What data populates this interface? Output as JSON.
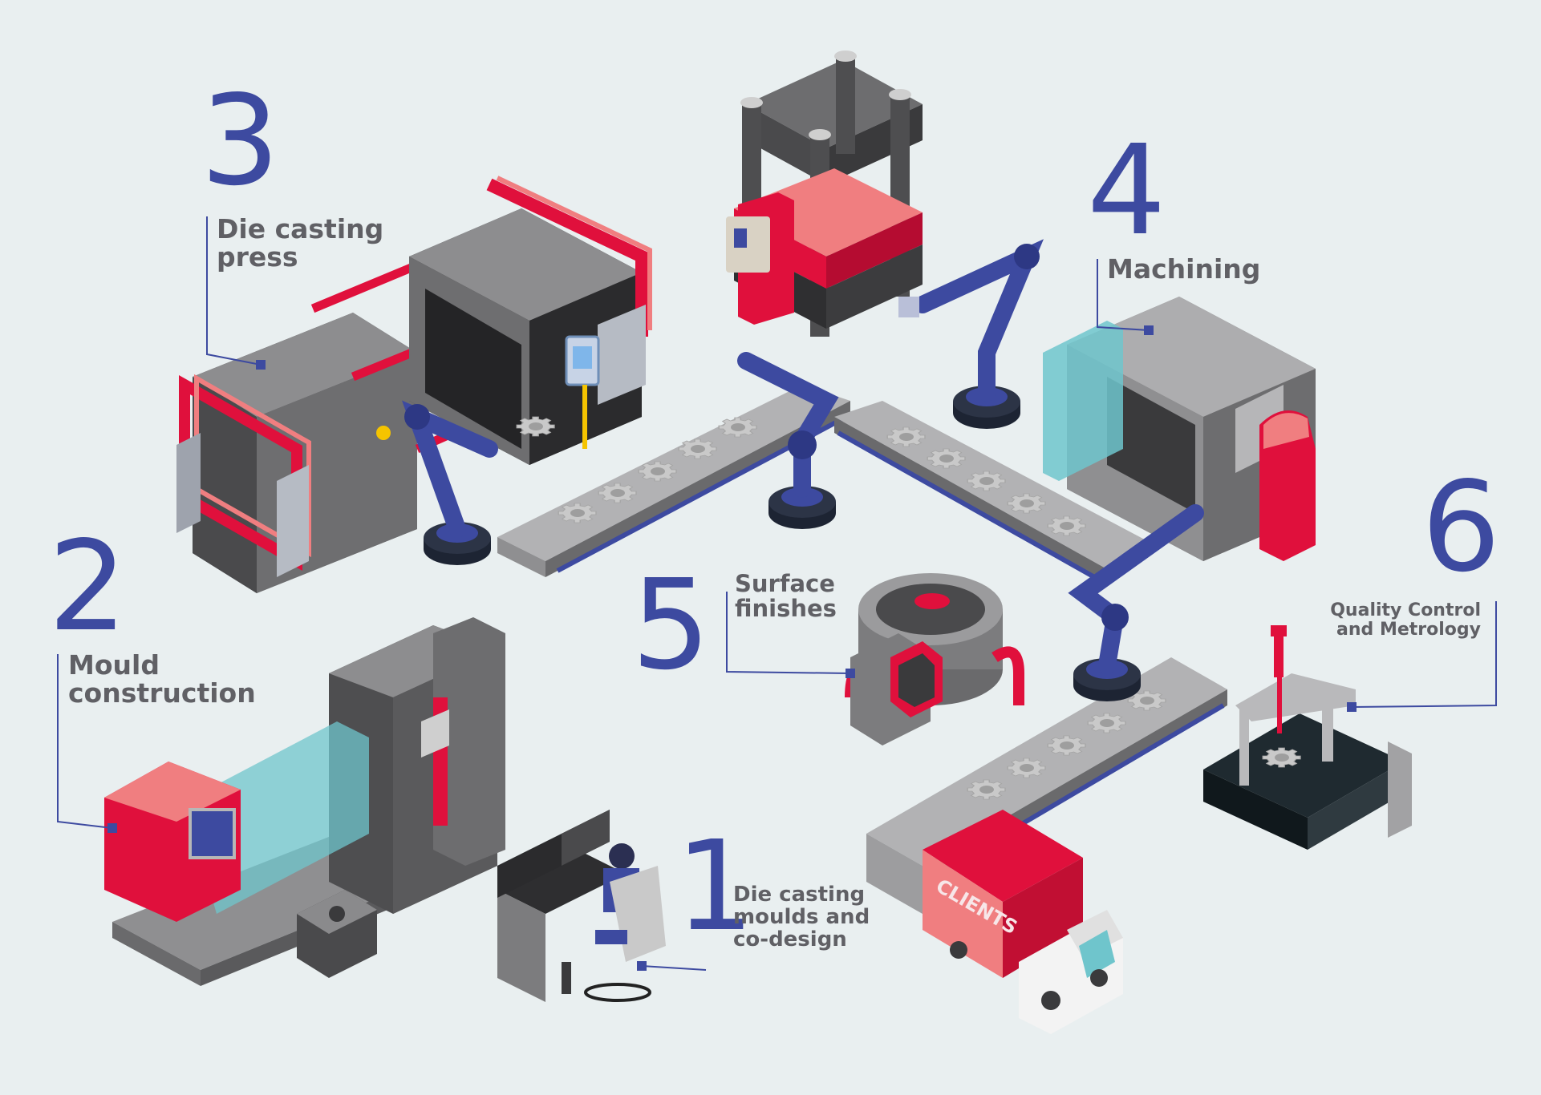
{
  "steps": [
    {
      "number": "1",
      "label_lines": [
        "Die casting",
        "moulds and",
        "co-design"
      ]
    },
    {
      "number": "2",
      "label_lines": [
        "Mould",
        "construction"
      ]
    },
    {
      "number": "3",
      "label_lines": [
        "Die casting",
        "press"
      ]
    },
    {
      "number": "4",
      "label_lines": [
        "Machining"
      ]
    },
    {
      "number": "5",
      "label_lines": [
        "Surface",
        "finishes"
      ]
    },
    {
      "number": "6",
      "label_lines": [
        "Quality Control",
        "and Metrology"
      ]
    }
  ],
  "truck": {
    "text": "CLIENTS"
  },
  "colors": {
    "background": "#e9eff0",
    "accent_blue": "#3d4aa0",
    "machine_red": "#e0103c",
    "machine_pink": "#f07e80",
    "machine_grey": "#8c8c8c",
    "glass_cyan": "#6fc5cc",
    "label_grey": "#606065"
  }
}
